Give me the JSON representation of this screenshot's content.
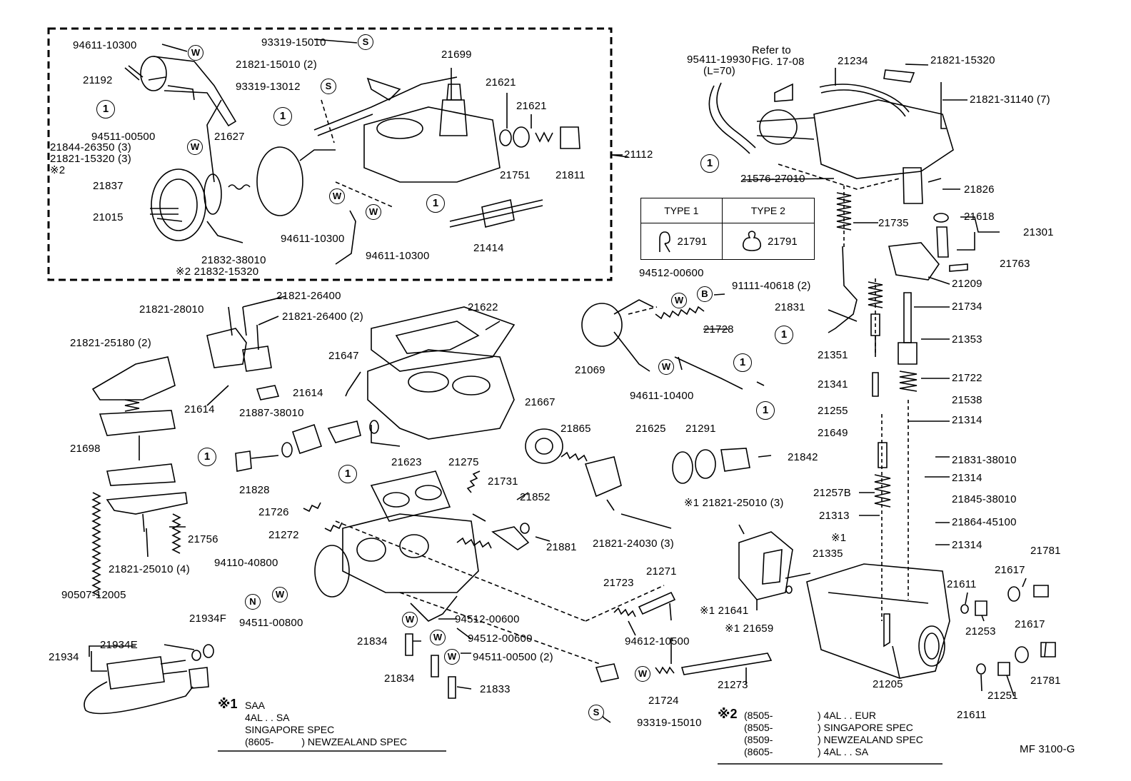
{
  "figure_code": "MF 3100-G",
  "refer_note": [
    "Refer to",
    "FIG. 17-08"
  ],
  "assembly_label": "21112",
  "markers": {
    "one": "1",
    "w": "W",
    "s": "S",
    "n": "N",
    "b": "B"
  },
  "type_table": {
    "type1": "TYPE 1",
    "type2": "TYPE 2",
    "part1": "21791",
    "part2": "21791"
  },
  "labels": {
    "p94611_10300_a": "94611-10300",
    "p21192": "21192",
    "p93319_15010_a": "93319-15010",
    "p21821_15010": "21821-15010 (2)",
    "p21699": "21699",
    "p93319_13012": "93319-13012",
    "p21621_a": "21621",
    "p21621_b": "21621",
    "p94511_00500_a": "94511-00500",
    "p21627": "21627",
    "p21844_26350": "21844-26350 (3)",
    "p21821_15320_a": "21821-15320 (3)",
    "p_star2_a": "※2",
    "p21837": "21837",
    "p21015": "21015",
    "p21751": "21751",
    "p21811": "21811",
    "p94611_10300_b": "94611-10300",
    "p94611_10300_c": "94611-10300",
    "p21414": "21414",
    "p21832_38010": "21832-38010",
    "p21832_15320": "※2 21832-15320",
    "p95411_19930": "95411-19930",
    "p95411_len": "(L=70)",
    "p21234": "21234",
    "p21821_15320_b": "21821-15320",
    "p21821_31140": "21821-31140 (7)",
    "p21576_27010": "21576-27010",
    "p21826": "21826",
    "p21618": "21618",
    "p21301": "21301",
    "p21735": "21735",
    "p21763": "21763",
    "p21209": "21209",
    "p94512_00600_a": "94512-00600",
    "p91111_40618": "91111-40618 (2)",
    "p21831": "21831",
    "p21734": "21734",
    "p21728": "21728",
    "p21353": "21353",
    "p21351": "21351",
    "p21069": "21069",
    "p94611_10400": "94611-10400",
    "p21722": "21722",
    "p21341": "21341",
    "p21538": "21538",
    "p21255": "21255",
    "p21314_a": "21314",
    "p21649": "21649",
    "p21831_38010": "21831-38010",
    "p21314_b": "21314",
    "p21845_38010": "21845-38010",
    "p21257b": "21257B",
    "p21864_45100": "21864-45100",
    "p21313": "21313",
    "p21314_c": "21314",
    "p21821_28010": "21821-28010",
    "p21821_26400_a": "21821-26400",
    "p21821_26400_b": "21821-26400 (2)",
    "p21622": "21622",
    "p21821_25180": "21821-25180 (2)",
    "p21647": "21647",
    "p21614_a": "21614",
    "p21614_b": "21614",
    "p21887_38010": "21887-38010",
    "p21667": "21667",
    "p21865": "21865",
    "p21625": "21625",
    "p21291": "21291",
    "p21842": "21842",
    "p21698": "21698",
    "p21828": "21828",
    "p21623": "21623",
    "p21275": "21275",
    "p21731": "21731",
    "p21852": "21852",
    "p21726": "21726",
    "p21272": "21272",
    "p21881": "21881",
    "p21821_24030": "21821-24030 (3)",
    "p21756": "21756",
    "p21821_25010_a": "21821-25010 (4)",
    "p94110_40800": "94110-40800",
    "p90507_12005": "90507-12005",
    "p94511_00800": "94511-00800",
    "p94512_00600_b": "94512-00600",
    "p94512_00600_c": "94512-00600",
    "p94511_00500_b": "94511-00500 (2)",
    "p21723": "21723",
    "p21271": "21271",
    "p21821_25010_b": "※1 21821-25010 (3)",
    "p_star1_a": "※1",
    "p21335": "21335",
    "p21641": "※1 21641",
    "p21659": "※1 21659",
    "p21781_a": "21781",
    "p21617_a": "21617",
    "p21611_a": "21611",
    "p21253": "21253",
    "p21617_b": "21617",
    "p21781_b": "21781",
    "p21205": "21205",
    "p21611_b": "21611",
    "p21251": "21251",
    "p21934f": "21934F",
    "p21934e": "21934E",
    "p21934": "21934",
    "p21834_a": "21834",
    "p21834_b": "21834",
    "p21833": "21833",
    "p94612_10500": "94612-10500",
    "p21724": "21724",
    "p21273": "21273",
    "p93319_15010_b": "93319-15010"
  },
  "notes": {
    "star1": {
      "mark": "※1",
      "lines": [
        "SAA",
        "4AL . . SA",
        "SINGAPORE SPEC",
        "(8605-          ) NEWZEALAND SPEC"
      ]
    },
    "star2": {
      "mark": "※2",
      "rows": [
        {
          "code": "(8505-",
          "spec": ") 4AL . . EUR"
        },
        {
          "code": "(8505-",
          "spec": ") SINGAPORE SPEC"
        },
        {
          "code": "(8509-",
          "spec": ") NEWZEALAND SPEC"
        },
        {
          "code": "(8605-",
          "spec": ") 4AL . . SA"
        }
      ]
    }
  }
}
